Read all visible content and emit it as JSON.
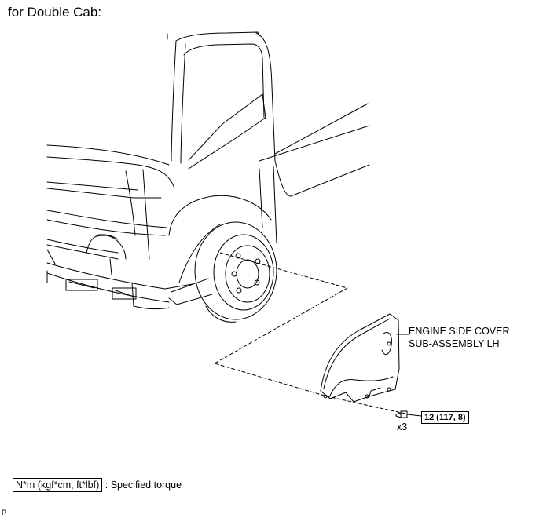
{
  "header": {
    "title": "for Double Cab:"
  },
  "part": {
    "line1": "ENGINE SIDE COVER",
    "line2": "SUB-ASSEMBLY LH"
  },
  "fastener": {
    "torque": "12 (117, 8)",
    "quantity": "x3"
  },
  "legend": {
    "unit": "N*m (kgf*cm, ft*lbf)",
    "text": ": Specified torque"
  },
  "corner_code": "P"
}
